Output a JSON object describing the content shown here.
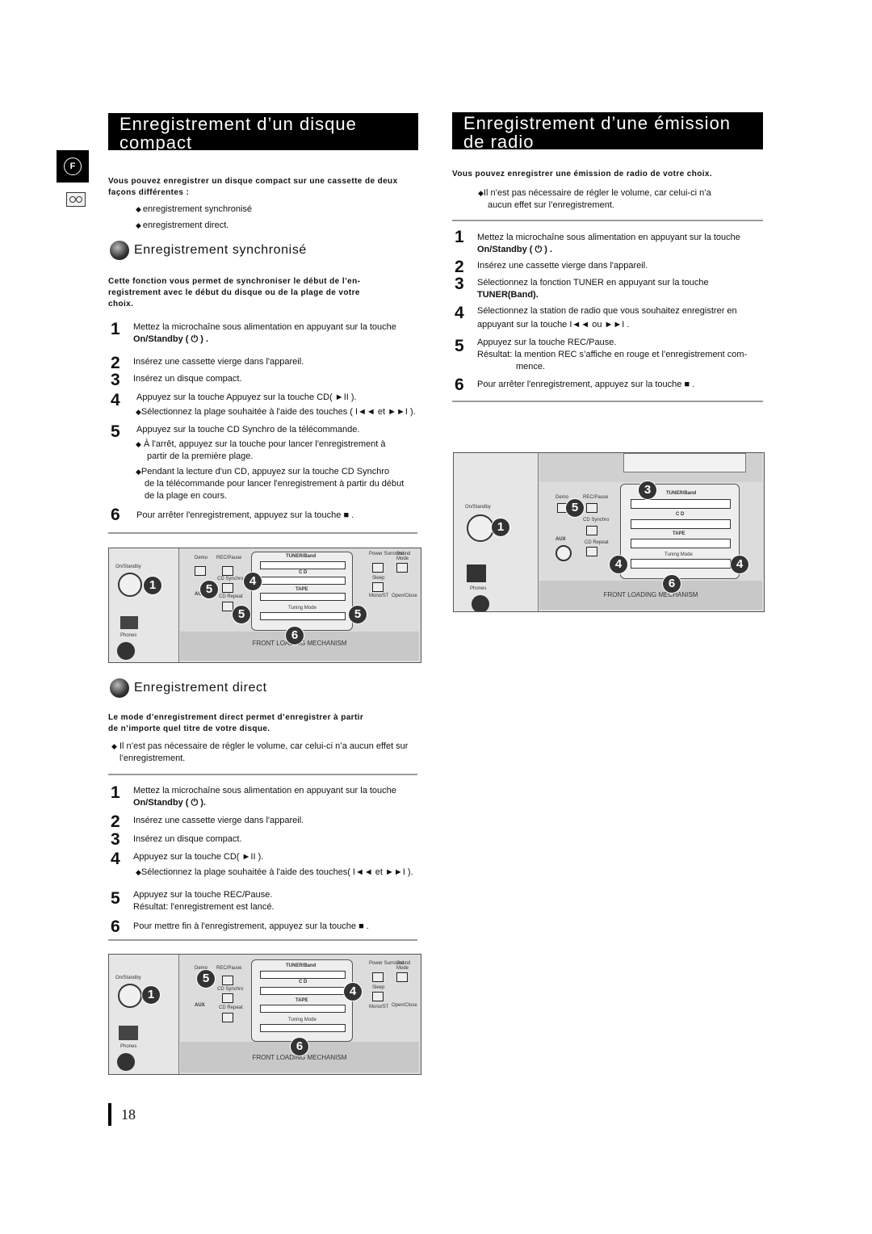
{
  "language_badge": "F",
  "left": {
    "title_line1": "Enregistrement d’un disque",
    "title_line2": "compact",
    "intro_line1": "Vous pouvez enregistrer un disque compact sur une cassette de deux",
    "intro_line2": "façons différentes :",
    "bullets": [
      "enregistrement synchronisé",
      "enregistrement direct."
    ],
    "sync": {
      "heading": "Enregistrement synchronisé",
      "intro_line1": "Cette fonction vous permet de synchroniser le début de l’en-",
      "intro_line2": "registrement avec le début du disque ou de la plage de votre",
      "intro_line3": "choix.",
      "s1_num": "1",
      "s1_a": "Mettez la microchaîne sous alimentation en appuyant sur la touche",
      "s1_b": "On/Standby ( ⏻ ) .",
      "s2_num": "2",
      "s2": "Insérez une cassette vierge dans l'appareil.",
      "s3_num": "3",
      "s3": "Insérez un disque compact.",
      "s4_num": "4",
      "s4": "Appuyez sur la touche Appuyez sur la touche CD( ►II ).",
      "s4_sub": "Sélectionnez la plage souhaitée à l'aide des touches ( I◄◄ et ►►I ).",
      "s5_num": "5",
      "s5": "Appuyez sur la touche CD Synchro de la télécommande.",
      "s5_sub1a": "À l'arrêt, appuyez sur la touche pour lancer l'enregistrement à",
      "s5_sub1b": "partir de la première plage.",
      "s5_sub2a": "Pendant la lecture d'un CD, appuyez sur la touche CD Synchro",
      "s5_sub2b": "de la télécommande pour lancer l'enregistrement à partir du début",
      "s5_sub2c": "de la plage en cours.",
      "s6_num": "6",
      "s6": "Pour arrêter l'enregistrement, appuyez sur la touche ■ ."
    },
    "direct": {
      "heading": "Enregistrement direct",
      "intro_line1": "Le mode d’enregistrement direct permet d’enregistrer à partir",
      "intro_line2": "de n’importe quel titre de votre disque.",
      "note_a": "Il n’est pas nécessaire de régler le volume, car celui-ci n’a aucun effet sur",
      "note_b": "l’enregistrement.",
      "s1_num": "1",
      "s1_a": "Mettez la microchaîne sous alimentation en appuyant sur la touche",
      "s1_b": "On/Standby ( ⏻ ).",
      "s2_num": "2",
      "s2": "Insérez une cassette vierge dans l'appareil.",
      "s3_num": "3",
      "s3": "Insérez un disque compact.",
      "s4_num": "4",
      "s4": "Appuyez sur la touche CD( ►II ).",
      "s4_sub": "Sélectionnez la plage souhaitée à l'aide des touches( I◄◄ et ►►I ).",
      "s5_num": "5",
      "s5": "Appuyez sur la touche REC/Pause.",
      "s5_res": "Résultat: l'enregistrement est lancé.",
      "s6_num": "6",
      "s6": "Pour mettre fin à l'enregistrement, appuyez sur la touche ■ ."
    }
  },
  "right": {
    "title_line1": "Enregistrement d’une émission",
    "title_line2": "de radio",
    "intro": "Vous pouvez enregistrer une émission de radio de votre choix.",
    "note_a": "Il n’est pas nécessaire de régler le volume, car celui-ci n’a",
    "note_b": "aucun effet sur l’enregistrement.",
    "s1_num": "1",
    "s1_a": "Mettez la microchaîne sous alimentation en appuyant sur la touche",
    "s1_b": "On/Standby ( ⏻ ) .",
    "s2_num": "2",
    "s2": "Insérez une cassette vierge dans l'appareil.",
    "s3_num": "3",
    "s3_a": "Sélectionnez la fonction TUNER en appuyant sur la touche",
    "s3_b": "TUNER(Band).",
    "s4_num": "4",
    "s4_a": "Sélectionnez la station de radio que vous souhaitez enregistrer en",
    "s4_b": "appuyant sur la touche I◄◄ ou ►►I .",
    "s5_num": "5",
    "s5": "Appuyez sur la touche REC/Pause.",
    "s5_res_a": "Résultat: la mention REC s’affiche en rouge et l’enregistrement com-",
    "s5_res_b": "mence.",
    "s6_num": "6",
    "s6": "Pour arrêter l'enregistrement, appuyez sur la touche ■ ."
  },
  "panel_labels": {
    "on_standby": "On/Standby",
    "demo": "Demo",
    "rec_pause": "REC/Pause",
    "cd_synchro": "CD Synchro",
    "cd_repeat": "CD Repeat",
    "aux": "AUX",
    "tuner_band": "TUNER/Band",
    "cd": "C D",
    "tape": "TAPE",
    "tuning_mode": "Tuning Mode",
    "power_surround": "Power Surround",
    "sound_mode": "Sound Mode",
    "sleep": "Sleep",
    "mono_st": "Mono/ST",
    "open_close": "Open/Close",
    "phones": "Phones",
    "front_loading": "FRONT LOADING MECHANISM"
  },
  "page_number": "18"
}
